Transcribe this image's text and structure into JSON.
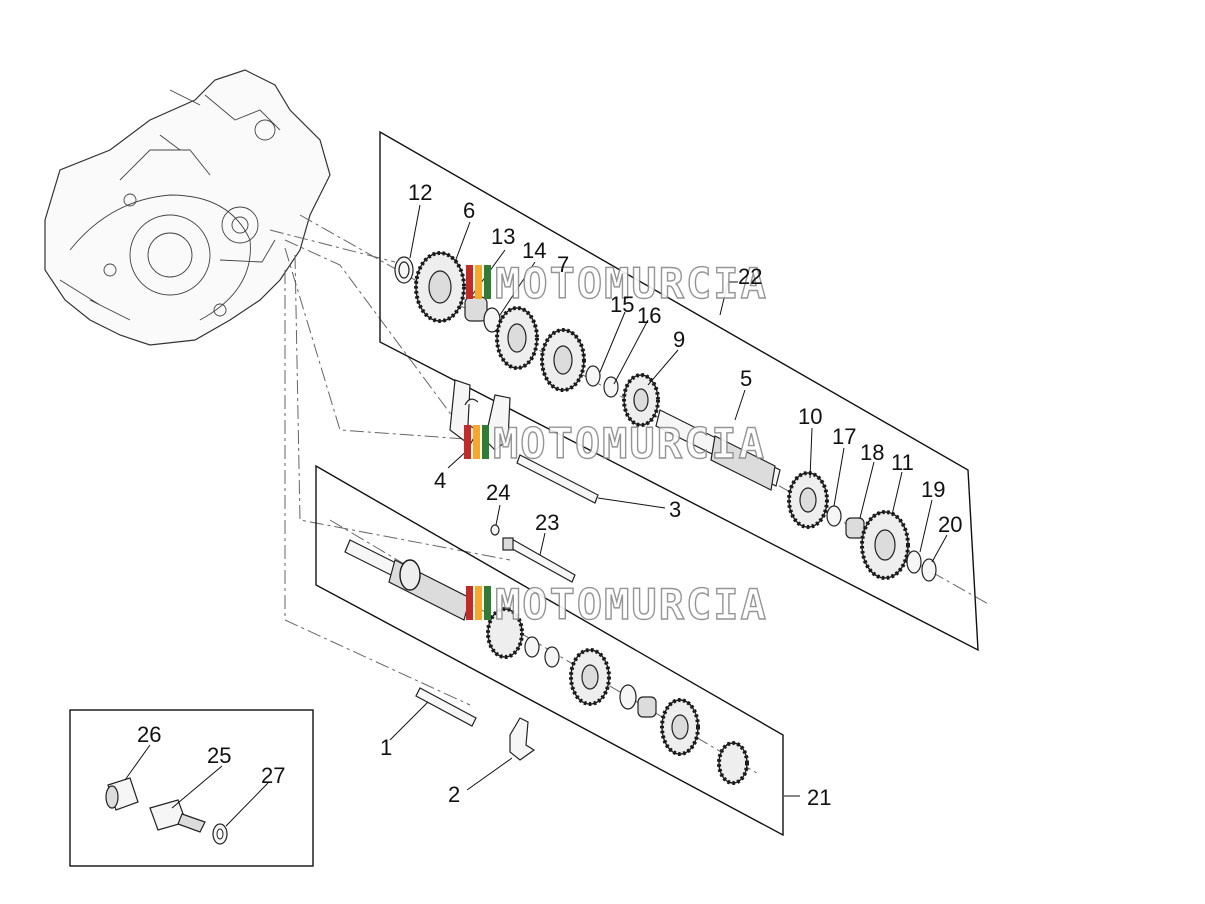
{
  "diagram": {
    "watermark": "MOTOMURCIA",
    "callouts": [
      "1",
      "2",
      "3",
      "4",
      "5",
      "6",
      "7",
      "9",
      "10",
      "11",
      "12",
      "13",
      "14",
      "15",
      "16",
      "17",
      "18",
      "19",
      "20",
      "21",
      "22",
      "23",
      "24",
      "25",
      "26",
      "27"
    ],
    "colors": {
      "line": "#111111",
      "part_fill": "#f6f6f6",
      "watermark_stripes": [
        "#c62828",
        "#f9a825",
        "#2e7d32"
      ]
    }
  }
}
